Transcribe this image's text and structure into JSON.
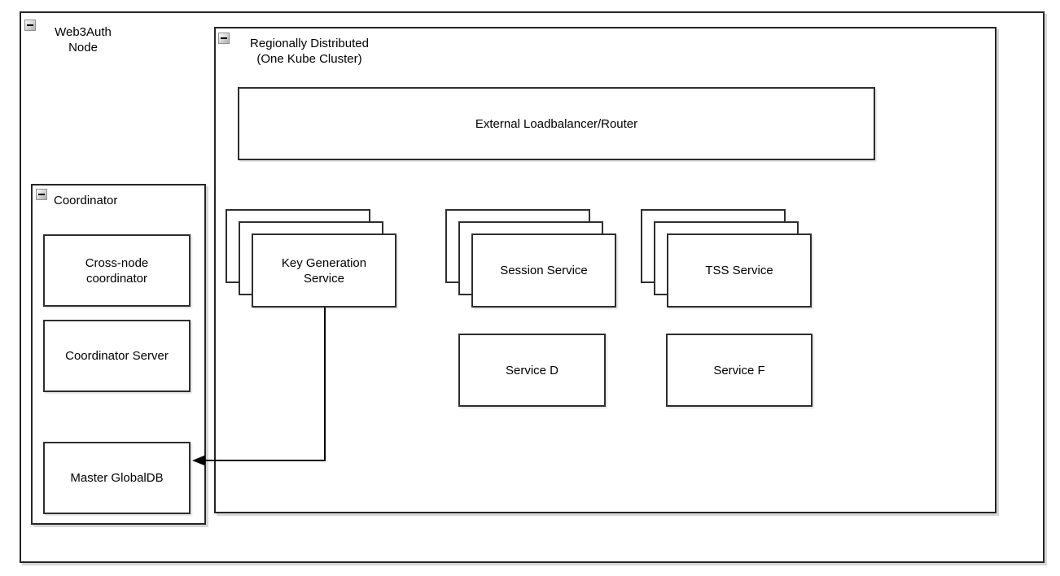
{
  "colors": {
    "background": "#ffffff",
    "shape_border": "#2e2e2e",
    "shape_fill": "#ffffff",
    "edge": "#000000",
    "collapse_button_fill": "#cfcfcf"
  },
  "containers": {
    "web3auth_node": {
      "title_lines": [
        "Web3Auth",
        "Node"
      ],
      "collapse_state": "expanded"
    },
    "regionally_distributed": {
      "title_lines": [
        "Regionally Distributed",
        "(One Kube Cluster)"
      ],
      "collapse_state": "expanded"
    },
    "coordinator": {
      "title": "Coordinator",
      "collapse_state": "expanded"
    }
  },
  "shapes": {
    "loadbalancer": {
      "label": "External Loadbalancer/Router"
    },
    "key_generation_service": {
      "label_lines": [
        "Key Generation",
        "Service"
      ],
      "stack_count": 3
    },
    "session_service": {
      "label": "Session Service",
      "stack_count": 3
    },
    "tss_service": {
      "label": "TSS Service",
      "stack_count": 3
    },
    "service_d": {
      "label": "Service D"
    },
    "service_f": {
      "label": "Service F"
    },
    "cross_node_coordinator": {
      "label_lines": [
        "Cross-node",
        "coordinator"
      ]
    },
    "coordinator_server": {
      "label": "Coordinator Server"
    },
    "master_globaldb": {
      "label": "Master GlobalDB"
    }
  },
  "edges": [
    {
      "from": "key_generation_service",
      "to": "master_globaldb",
      "style": "orthogonal",
      "arrowhead": "filled-left"
    }
  ]
}
